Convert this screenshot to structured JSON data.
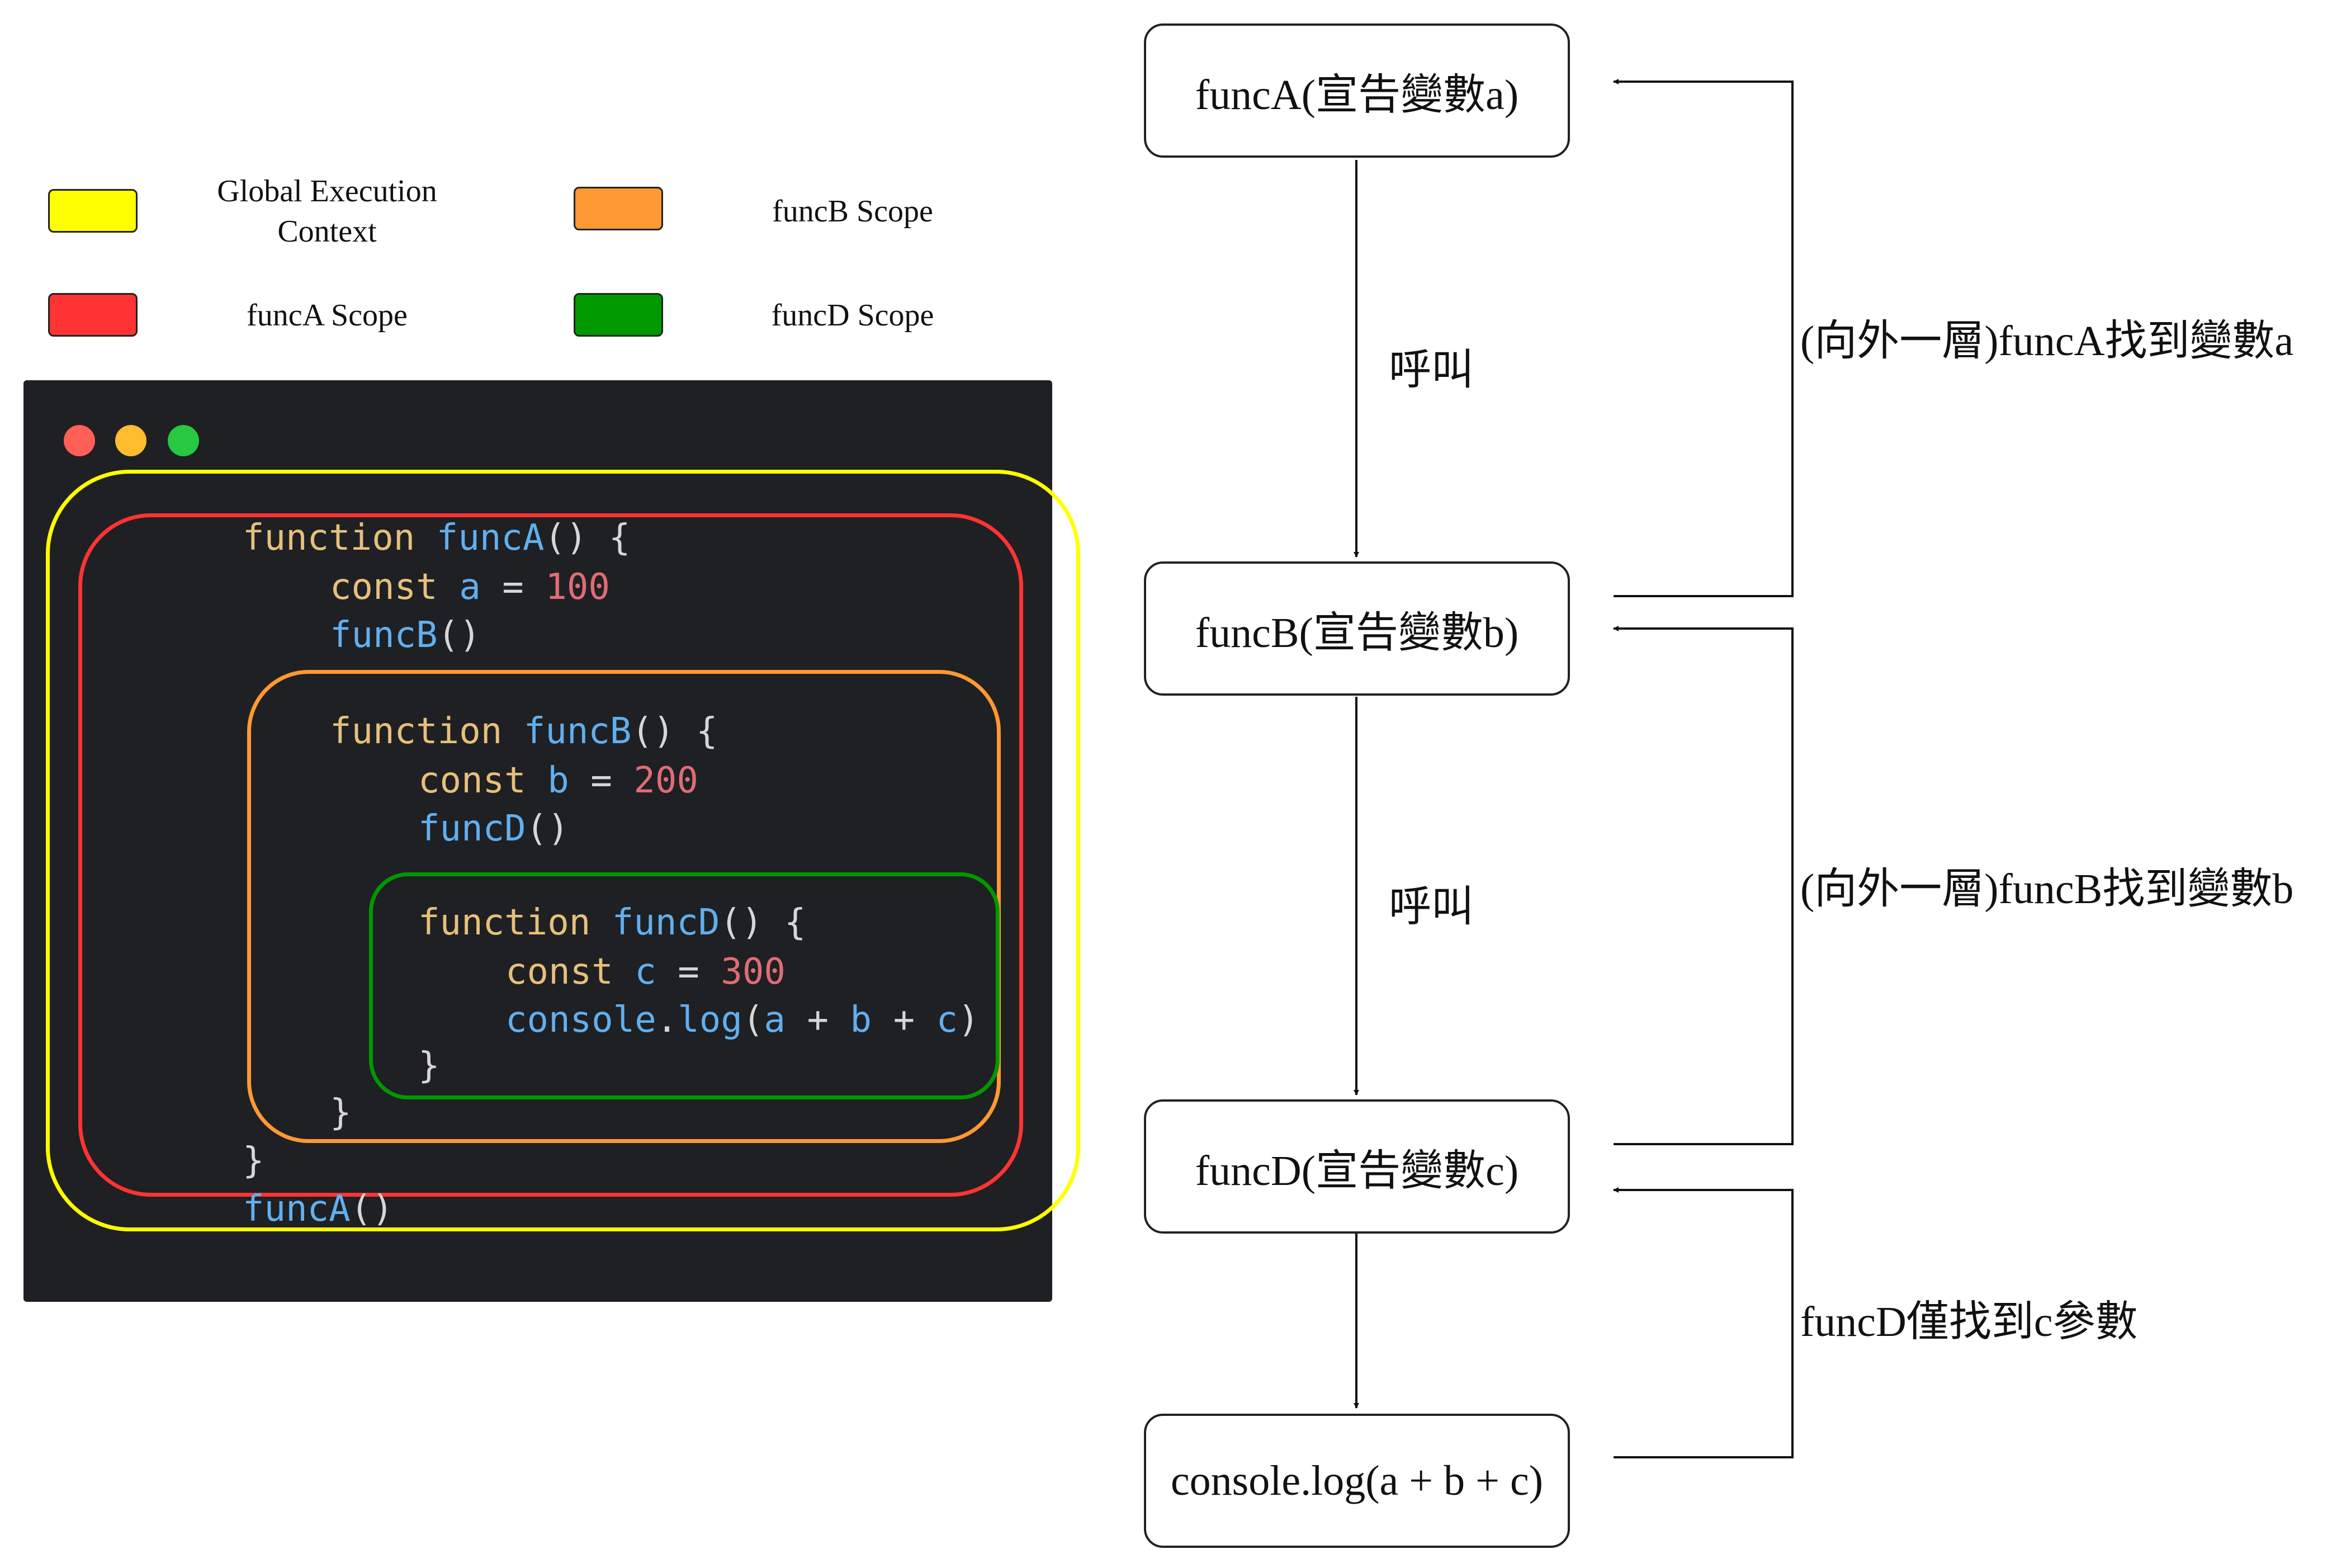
{
  "legend": [
    {
      "label": "Global Execution\nContext",
      "color": "#ffff00"
    },
    {
      "label": "funcB Scope",
      "color": "#ff9933"
    },
    {
      "label": "funcA Scope",
      "color": "#ff3333"
    },
    {
      "label": "funcD Scope",
      "color": "#009900"
    }
  ],
  "code_window": {
    "dots": [
      "#ff5f57",
      "#febc2e",
      "#28c840"
    ],
    "lines": [
      [
        {
          "t": "function ",
          "c": "kw"
        },
        {
          "t": "funcA",
          "c": "fn"
        },
        {
          "t": "() {",
          "c": "op"
        }
      ],
      [
        {
          "t": "const ",
          "c": "kw"
        },
        {
          "t": "a",
          "c": "fn"
        },
        {
          "t": " = ",
          "c": "op"
        },
        {
          "t": "100",
          "c": "num"
        }
      ],
      [
        {
          "t": "funcB",
          "c": "fn"
        },
        {
          "t": "()",
          "c": "op"
        }
      ],
      [
        {
          "t": "function ",
          "c": "kw"
        },
        {
          "t": "funcB",
          "c": "fn"
        },
        {
          "t": "() {",
          "c": "op"
        }
      ],
      [
        {
          "t": "const ",
          "c": "kw"
        },
        {
          "t": "b",
          "c": "fn"
        },
        {
          "t": " = ",
          "c": "op"
        },
        {
          "t": "200",
          "c": "num"
        }
      ],
      [
        {
          "t": "funcD",
          "c": "fn"
        },
        {
          "t": "()",
          "c": "op"
        }
      ],
      [
        {
          "t": "function ",
          "c": "kw"
        },
        {
          "t": "funcD",
          "c": "fn"
        },
        {
          "t": "() {",
          "c": "op"
        }
      ],
      [
        {
          "t": "const ",
          "c": "kw"
        },
        {
          "t": "c",
          "c": "fn"
        },
        {
          "t": " = ",
          "c": "op"
        },
        {
          "t": "300",
          "c": "num"
        }
      ],
      [
        {
          "t": "console",
          "c": "fn"
        },
        {
          "t": ".",
          "c": "op"
        },
        {
          "t": "log",
          "c": "fn"
        },
        {
          "t": "(",
          "c": "op"
        },
        {
          "t": "a",
          "c": "fn"
        },
        {
          "t": " + ",
          "c": "op"
        },
        {
          "t": "b",
          "c": "fn"
        },
        {
          "t": " + ",
          "c": "op"
        },
        {
          "t": "c",
          "c": "fn"
        },
        {
          "t": ")",
          "c": "op"
        }
      ],
      [
        {
          "t": "}",
          "c": "op"
        }
      ],
      [
        {
          "t": "}",
          "c": "op"
        }
      ],
      [
        {
          "t": "}",
          "c": "op"
        }
      ],
      [
        {
          "t": "funcA",
          "c": "fn"
        },
        {
          "t": "()",
          "c": "op"
        }
      ]
    ]
  },
  "flow": {
    "nodes": [
      {
        "id": "funcA",
        "label": "funcA(宣告變數a)"
      },
      {
        "id": "funcB",
        "label": "funcB(宣告變數b)"
      },
      {
        "id": "funcD",
        "label": "funcD(宣告變數c)"
      },
      {
        "id": "console",
        "label": "console.log(a + b + c)"
      }
    ],
    "call_labels": [
      "呼叫",
      "呼叫"
    ],
    "lookup_labels": [
      "(向外一層)funcA找到變數a",
      "(向外一層)funcB找到變數b",
      "funcD僅找到c參數"
    ]
  }
}
